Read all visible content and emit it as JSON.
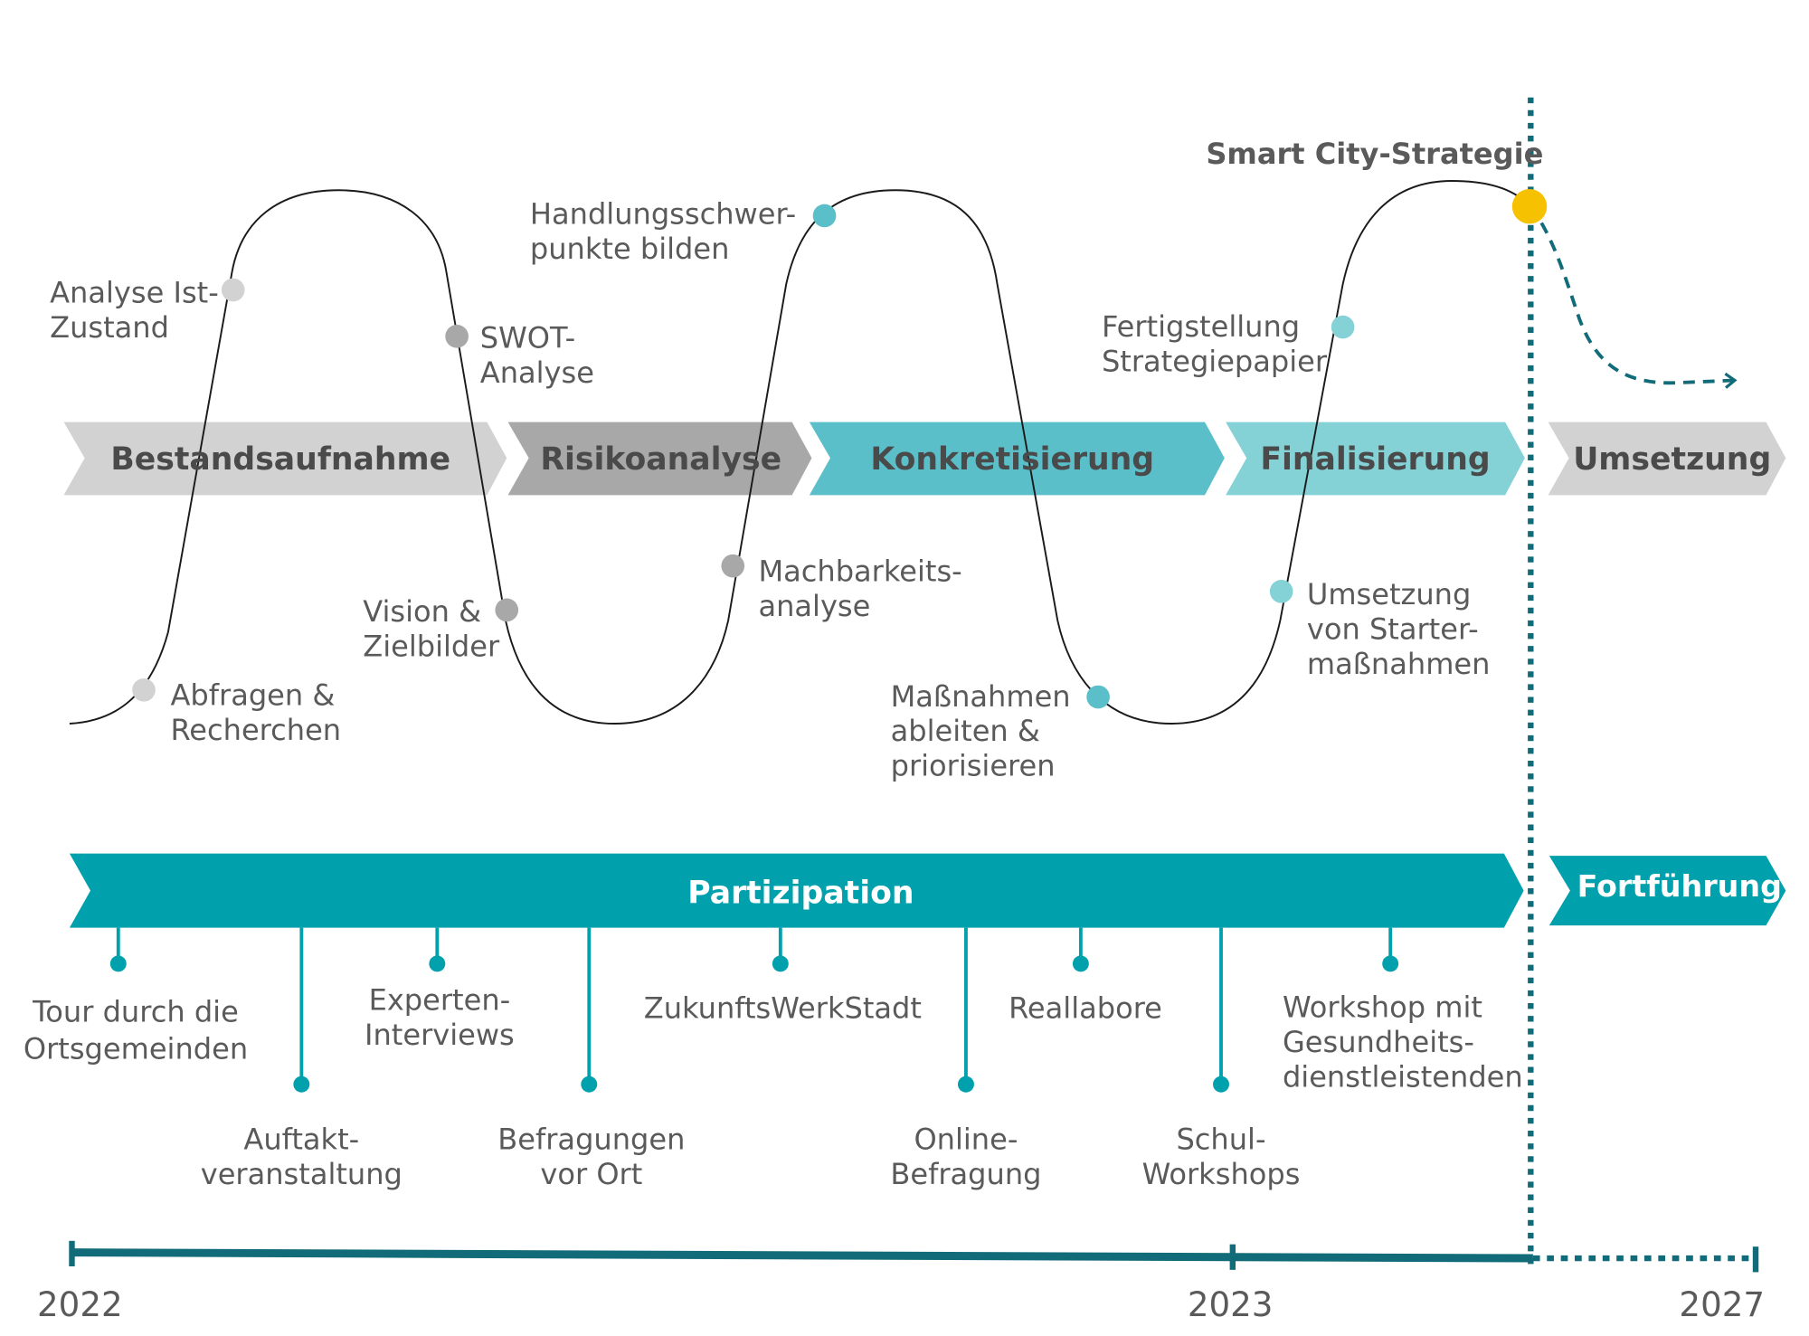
{
  "colors": {
    "teal_dark": "#126b78",
    "teal": "#00a1ad",
    "teal_mid": "#5bbfca",
    "teal_light": "#85d2d6",
    "grey_light": "#d2d2d2",
    "grey_mid": "#a8a8a8",
    "yellow": "#f5c100",
    "text": "#5a5a5a"
  },
  "milestone": {
    "label": "Smart City-Strategie"
  },
  "phases": [
    {
      "label": "Bestandsaufnahme"
    },
    {
      "label": "Risikoanalyse"
    },
    {
      "label": "Konkretisierung"
    },
    {
      "label": "Finalisierung"
    },
    {
      "label": "Umsetzung"
    }
  ],
  "curve_points": [
    {
      "label": "Abfragen &\nRecherchen"
    },
    {
      "label": "Analyse Ist-\nZustand"
    },
    {
      "label": "SWOT-\nAnalyse"
    },
    {
      "label": "Vision &\nZielbilder"
    },
    {
      "label": "Machbarkeits-\nanalyse"
    },
    {
      "label": "Handlungsschwer-\npunkte bilden"
    },
    {
      "label": "Maßnahmen\nableiten &\npriorisieren"
    },
    {
      "label": "Umsetzung\nvon Starter-\nmaßnahmen"
    },
    {
      "label": "Fertigstellung\nStrategiepapier"
    }
  ],
  "participation": {
    "label": "Partizipation",
    "continuation_label": "Fortführung",
    "events": [
      {
        "label": "Tour durch die\nOrtsgemeinden"
      },
      {
        "label": "Auftakt-\nveranstaltung"
      },
      {
        "label": "Experten-\nInterviews"
      },
      {
        "label": "Befragungen\nvor Ort"
      },
      {
        "label": "ZukunftsWerkStadt"
      },
      {
        "label": "Online-\nBefragung"
      },
      {
        "label": "Reallabore"
      },
      {
        "label": "Schul-\nWorkshops"
      },
      {
        "label": "Workshop mit\nGesundheits-\ndienstleistenden"
      }
    ]
  },
  "timeline": {
    "years": [
      "2022",
      "2023",
      "2027"
    ]
  }
}
